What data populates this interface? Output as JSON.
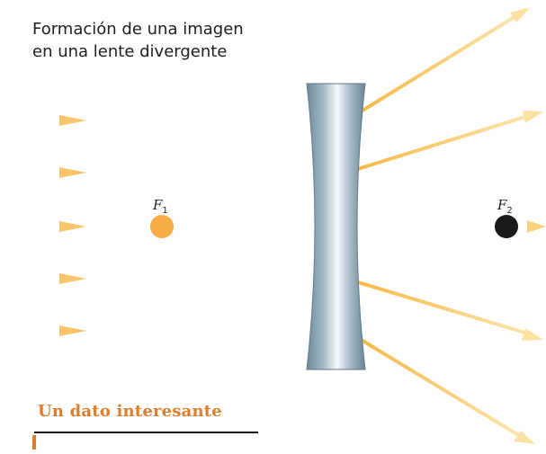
{
  "diagram": {
    "title_lines": [
      "Formación de una imagen",
      "en una lente divergente"
    ],
    "focal_points": [
      {
        "id": "f1",
        "letter": "F",
        "subscript": "1",
        "color": "#f7ad48"
      },
      {
        "id": "f2",
        "letter": "F",
        "subscript": "2",
        "color": "#1a1a1a"
      }
    ],
    "incoming_rays": 5,
    "lens": {
      "type": "divergente",
      "color": "#6f8a9c"
    },
    "ray_color": "#f6b43c"
  },
  "info_box": {
    "heading": "Un dato interesante",
    "accent_color": "#e07d2c"
  }
}
